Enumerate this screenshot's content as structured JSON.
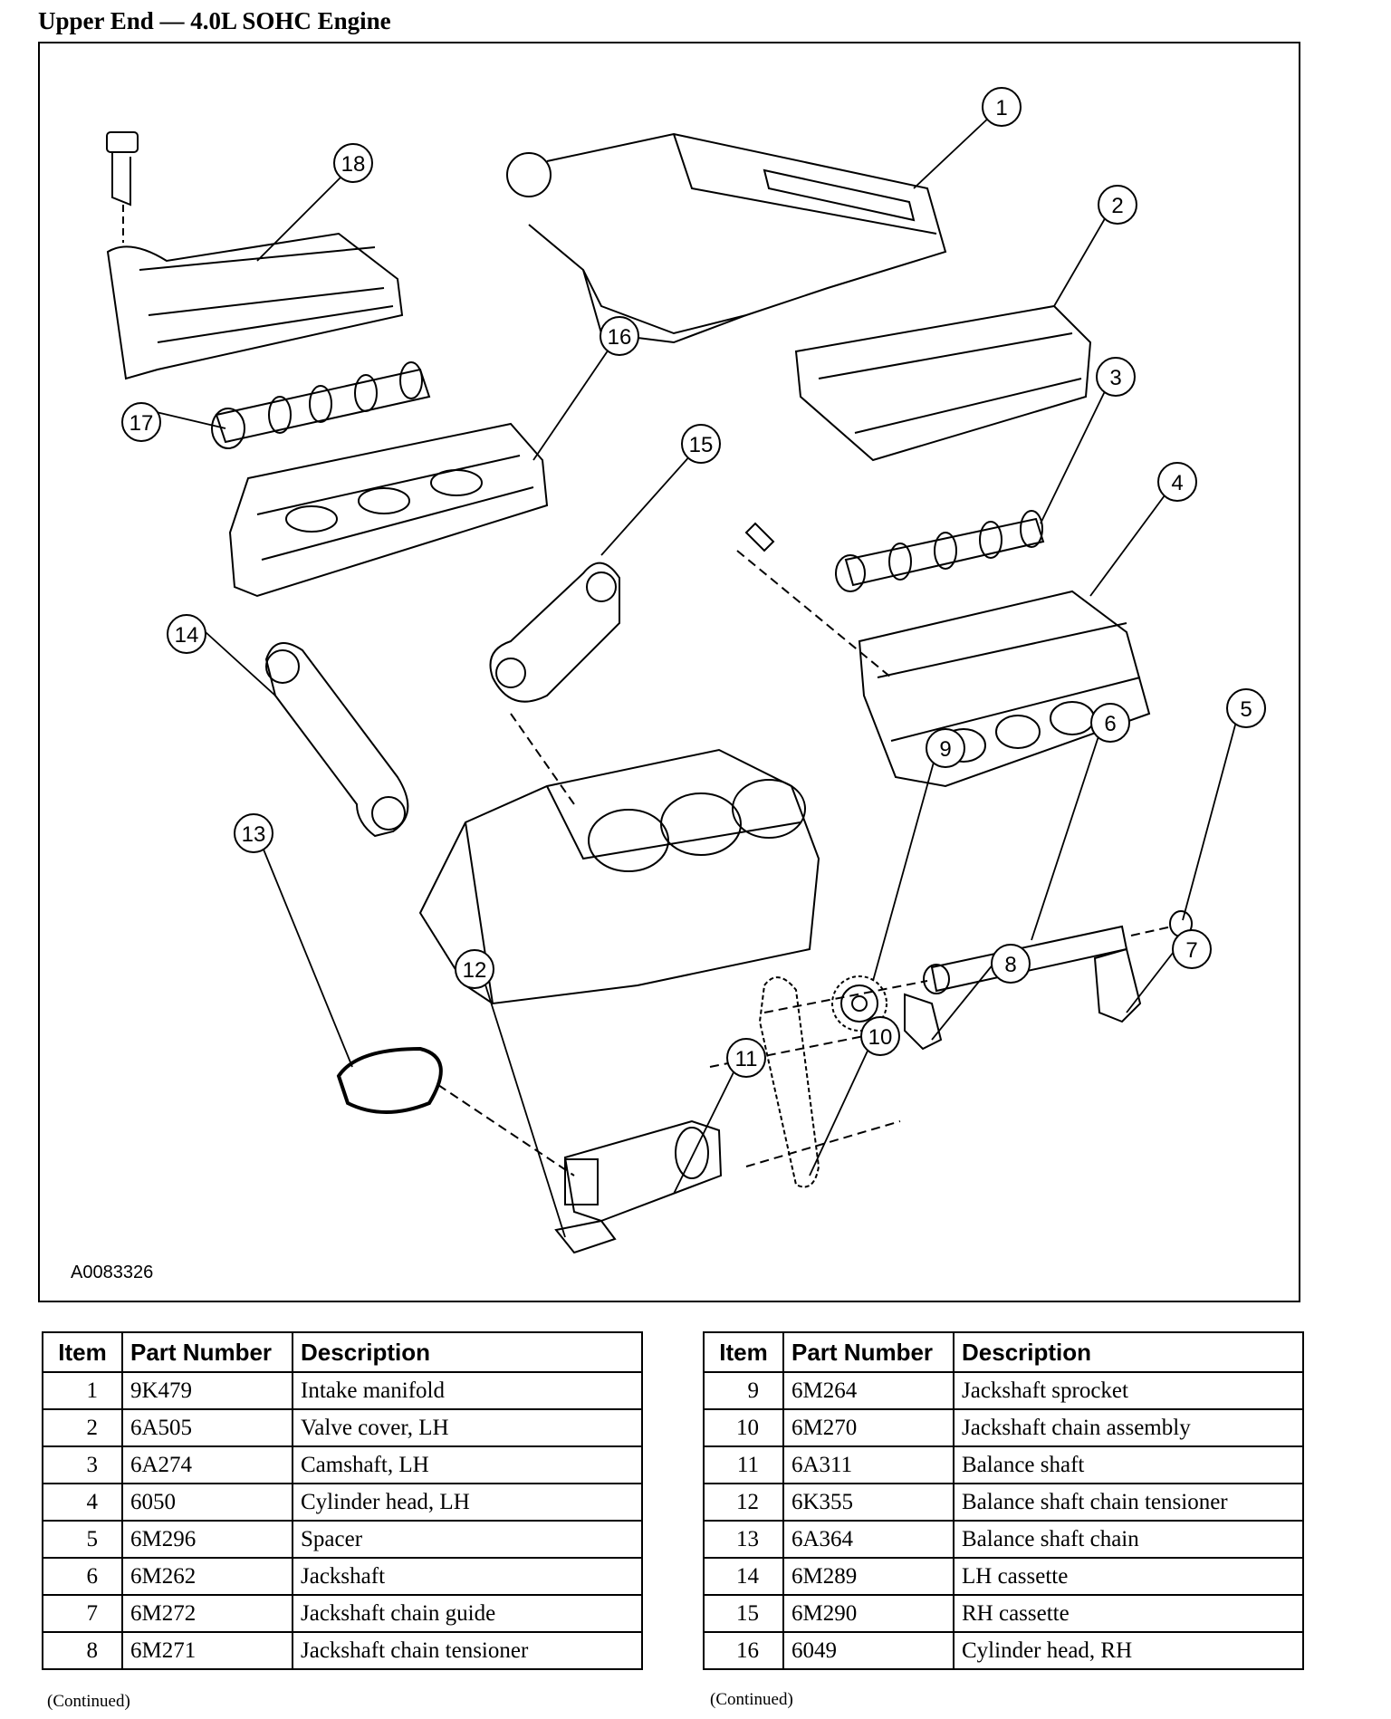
{
  "page": {
    "title": "Upper End — 4.0L SOHC Engine",
    "figure_id": "A0083326",
    "continued_label": "(Continued)"
  },
  "diagram": {
    "callouts": [
      "1",
      "2",
      "3",
      "4",
      "5",
      "6",
      "7",
      "8",
      "9",
      "10",
      "11",
      "12",
      "13",
      "14",
      "15",
      "16",
      "17",
      "18"
    ]
  },
  "table_headers": {
    "item": "Item",
    "part_number": "Part Number",
    "description": "Description"
  },
  "parts_left": [
    {
      "item": "1",
      "part_number": "9K479",
      "description": "Intake manifold"
    },
    {
      "item": "2",
      "part_number": "6A505",
      "description": "Valve cover, LH"
    },
    {
      "item": "3",
      "part_number": "6A274",
      "description": "Camshaft, LH"
    },
    {
      "item": "4",
      "part_number": "6050",
      "description": "Cylinder head, LH"
    },
    {
      "item": "5",
      "part_number": "6M296",
      "description": "Spacer"
    },
    {
      "item": "6",
      "part_number": "6M262",
      "description": "Jackshaft"
    },
    {
      "item": "7",
      "part_number": "6M272",
      "description": "Jackshaft chain guide"
    },
    {
      "item": "8",
      "part_number": "6M271",
      "description": "Jackshaft chain tensioner"
    }
  ],
  "parts_right": [
    {
      "item": "9",
      "part_number": "6M264",
      "description": "Jackshaft sprocket"
    },
    {
      "item": "10",
      "part_number": "6M270",
      "description": "Jackshaft chain assembly"
    },
    {
      "item": "11",
      "part_number": "6A311",
      "description": "Balance shaft"
    },
    {
      "item": "12",
      "part_number": "6K355",
      "description": "Balance shaft chain tensioner"
    },
    {
      "item": "13",
      "part_number": "6A364",
      "description": "Balance shaft chain"
    },
    {
      "item": "14",
      "part_number": "6M289",
      "description": "LH cassette"
    },
    {
      "item": "15",
      "part_number": "6M290",
      "description": "RH cassette"
    },
    {
      "item": "16",
      "part_number": "6049",
      "description": "Cylinder head, RH"
    }
  ]
}
